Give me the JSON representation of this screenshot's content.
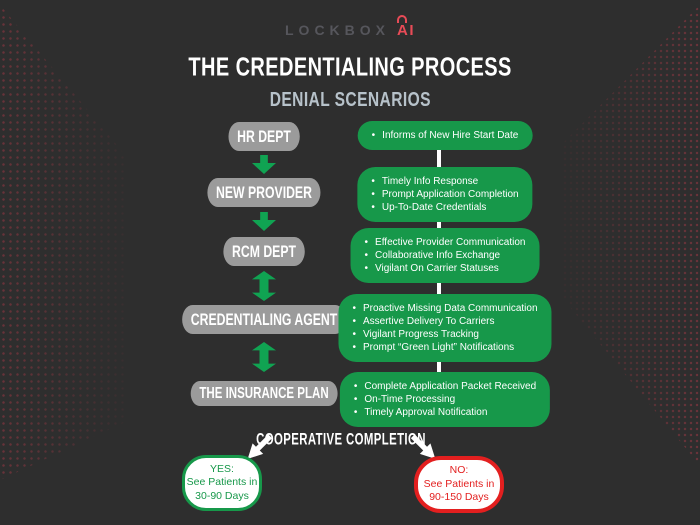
{
  "logo": {
    "brand": "LOCKBOX",
    "suffix": "AI"
  },
  "header": {
    "title": "THE CREDENTIALING PROCESS",
    "subtitle": "DENIAL SCENARIOS"
  },
  "rows": [
    {
      "label": "HR DEPT",
      "bullets": [
        "Informs of New Hire Start Date"
      ]
    },
    {
      "label": "NEW PROVIDER",
      "bullets": [
        "Timely Info Response",
        "Prompt Application Completion",
        "Up-To-Date Credentials"
      ]
    },
    {
      "label": "RCM DEPT",
      "bullets": [
        "Effective Provider Communication",
        "Collaborative Info Exchange",
        "Vigilant On Carrier Statuses"
      ]
    },
    {
      "label": "CREDENTIALING AGENT",
      "bullets": [
        "Proactive Missing Data Communication",
        "Assertive Delivery To Carriers",
        "Vigilant Progress Tracking",
        "Prompt “Green Light” Notifications"
      ]
    },
    {
      "label": "THE INSURANCE PLAN",
      "bullets": [
        "Complete Application Packet Received",
        "On-Time Processing",
        "Timely Approval Notification"
      ]
    }
  ],
  "outcome": {
    "heading": "COOPERATIVE COMPLETION",
    "yes": {
      "title": "YES:",
      "line1": "See Patients in",
      "line2": "30-90 Days"
    },
    "no": {
      "title": "NO:",
      "line1": "See Patients in",
      "line2": "90-150 Days"
    }
  },
  "colors": {
    "background": "#2e2e2e",
    "green": "#17984a",
    "arrow_green": "#10a352",
    "gray_pill": "#9b9b9b",
    "red": "#e31f1f",
    "logo_red": "#e84b57",
    "subtitle_gray": "#b7c2ca"
  }
}
